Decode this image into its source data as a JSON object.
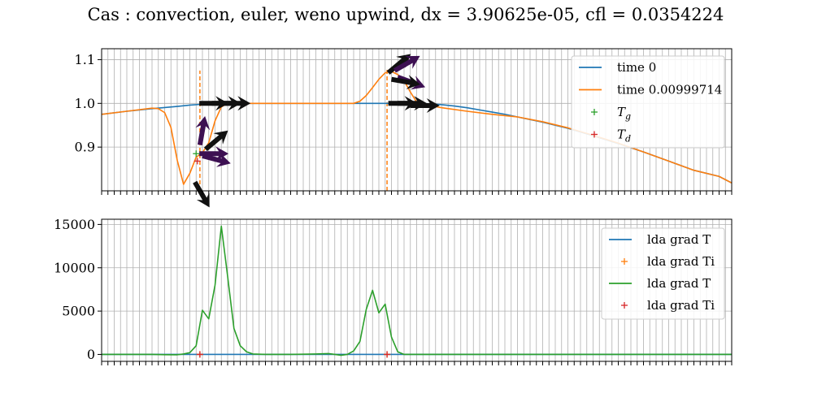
{
  "figure_title": "Cas : convection, euler, weno upwind, dx = 3.90625e-05, cfl = 0.0354224",
  "colors": {
    "blue": "#1f77b4",
    "orange": "#ff7f0e",
    "green": "#2ca02c",
    "red": "#d62728",
    "arrow_dark": "#111111",
    "arrow_purple": "#3d1052"
  },
  "chart_data": [
    {
      "type": "line",
      "title": "",
      "xlabel": "",
      "ylabel": "",
      "xlim": [
        0,
        100
      ],
      "ylim": [
        0.8,
        1.125
      ],
      "yticks": [
        0.9,
        1.0,
        1.1
      ],
      "ytick_labels": [
        "0.9",
        "1.0",
        "1.1"
      ],
      "grid": true,
      "legend_position": "upper right",
      "series": [
        {
          "name": "time 0",
          "color": "#1f77b4",
          "style": "line",
          "x": [
            0,
            4,
            8,
            12,
            14,
            16,
            18,
            20,
            22,
            24,
            26,
            28,
            30,
            32,
            34,
            36,
            38,
            40,
            42,
            44,
            46,
            48,
            50,
            52,
            54,
            56,
            58,
            60,
            62,
            64,
            66,
            70,
            74,
            78,
            82,
            86,
            90,
            94,
            98,
            100
          ],
          "y": [
            0.975,
            0.982,
            0.988,
            0.993,
            0.996,
            0.998,
            1.0,
            1.0,
            1.0,
            1.0,
            1.0,
            1.0,
            1.0,
            1.0,
            1.0,
            1.0,
            1.0,
            1.0,
            1.0,
            1.0,
            1.0,
            1.0,
            1.0,
            0.999,
            0.997,
            0.994,
            0.99,
            0.985,
            0.98,
            0.975,
            0.969,
            0.957,
            0.943,
            0.926,
            0.908,
            0.889,
            0.868,
            0.847,
            0.833,
            0.818
          ]
        },
        {
          "name": "time 0.00999714",
          "color": "#ff7f0e",
          "style": "line",
          "x": [
            0,
            4,
            8,
            9,
            10,
            11,
            12,
            13,
            14,
            15,
            16,
            17,
            18,
            19,
            20,
            22,
            26,
            30,
            34,
            38,
            40,
            41,
            42,
            43,
            44,
            45,
            46,
            47,
            48,
            49,
            50,
            52,
            54,
            58,
            62,
            66,
            70,
            74,
            78,
            82,
            86,
            90,
            94,
            98,
            100
          ],
          "y": [
            0.975,
            0.982,
            0.989,
            0.988,
            0.979,
            0.945,
            0.87,
            0.815,
            0.84,
            0.877,
            0.887,
            0.91,
            0.96,
            0.992,
            1.0,
            1.0,
            1.0,
            1.0,
            1.0,
            1.0,
            1.0,
            1.005,
            1.018,
            1.036,
            1.055,
            1.07,
            1.073,
            1.066,
            1.052,
            1.026,
            1.003,
            0.995,
            0.99,
            0.982,
            0.975,
            0.969,
            0.958,
            0.944,
            0.927,
            0.909,
            0.889,
            0.868,
            0.847,
            0.833,
            0.818
          ]
        },
        {
          "name": "T_g",
          "legend_base": "T",
          "legend_sub": "g",
          "color": "#2ca02c",
          "style": "plus",
          "x": [
            15.0
          ],
          "y": [
            0.885
          ]
        },
        {
          "name": "T_d",
          "legend_base": "T",
          "legend_sub": "d",
          "color": "#d62728",
          "style": "plus",
          "x": [
            15.2
          ],
          "y": [
            0.868
          ]
        }
      ],
      "vlines": [
        {
          "x": 15.6,
          "y_from": 0.8,
          "y_to": 1.075,
          "color": "#ff7f0e",
          "style": "dashed"
        },
        {
          "x": 45.3,
          "y_from": 0.8,
          "y_to": 1.08,
          "color": "#ff7f0e",
          "style": "dashed"
        }
      ],
      "arrows": [
        {
          "x": 15.5,
          "y": 1.0,
          "angle": 0,
          "color": "#111111"
        },
        {
          "x": 17.5,
          "y": 1.0,
          "angle": 0,
          "color": "#111111"
        },
        {
          "x": 19.0,
          "y": 1.0,
          "angle": 0,
          "color": "#111111"
        },
        {
          "x": 15.5,
          "y": 0.885,
          "angle": 0,
          "color": "#3d1052"
        },
        {
          "x": 16.0,
          "y": 0.88,
          "angle": 15,
          "color": "#3d1052"
        },
        {
          "x": 16.5,
          "y": 0.895,
          "angle": -40,
          "color": "#111111"
        },
        {
          "x": 15.6,
          "y": 0.905,
          "angle": -80,
          "color": "#3d1052"
        },
        {
          "x": 14.8,
          "y": 0.82,
          "angle": 60,
          "color": "#111111"
        },
        {
          "x": 45.5,
          "y": 1.0,
          "angle": 0,
          "color": "#111111"
        },
        {
          "x": 47.0,
          "y": 1.0,
          "angle": 0,
          "color": "#111111"
        },
        {
          "x": 49.0,
          "y": 0.995,
          "angle": 0,
          "color": "#111111"
        },
        {
          "x": 45.5,
          "y": 1.07,
          "angle": -40,
          "color": "#111111"
        },
        {
          "x": 46.5,
          "y": 1.075,
          "angle": -30,
          "color": "#3d1052"
        },
        {
          "x": 47.0,
          "y": 1.06,
          "angle": 20,
          "color": "#3d1052"
        },
        {
          "x": 46.0,
          "y": 1.055,
          "angle": 10,
          "color": "#111111"
        }
      ]
    },
    {
      "type": "line",
      "title": "",
      "xlabel": "",
      "ylabel": "",
      "xlim": [
        0,
        100
      ],
      "ylim": [
        -800,
        15600
      ],
      "yticks": [
        0,
        5000,
        10000,
        15000
      ],
      "ytick_labels": [
        "0",
        "5000",
        "10000",
        "15000"
      ],
      "grid": true,
      "legend_position": "upper right",
      "series": [
        {
          "name": "lda grad T",
          "color": "#1f77b4",
          "style": "line",
          "x": [
            0,
            10,
            20,
            30,
            40,
            45,
            50,
            60,
            70,
            80,
            90,
            100
          ],
          "y": [
            0,
            0,
            0,
            0,
            0,
            0,
            0,
            0,
            0,
            0,
            0,
            0
          ]
        },
        {
          "name": "lda grad Ti",
          "color": "#ff7f0e",
          "style": "plus",
          "x": [
            15.6,
            45.3
          ],
          "y": [
            0,
            0
          ]
        },
        {
          "name": "lda grad T",
          "color": "#2ca02c",
          "style": "line",
          "x": [
            0,
            8,
            10,
            12,
            13,
            14,
            15,
            16,
            17,
            18,
            19,
            20,
            21,
            22,
            23,
            24,
            26,
            30,
            34,
            36,
            37,
            38,
            39,
            40,
            41,
            42,
            43,
            44,
            45,
            46,
            47,
            48,
            49,
            50,
            52,
            60,
            70,
            80,
            90,
            100
          ],
          "y": [
            0,
            0,
            -30,
            -40,
            50,
            200,
            1000,
            5100,
            4100,
            8000,
            14800,
            9000,
            3000,
            1000,
            300,
            50,
            0,
            0,
            50,
            100,
            0,
            -100,
            0,
            400,
            1500,
            5200,
            7400,
            4800,
            5800,
            2000,
            300,
            0,
            0,
            0,
            0,
            0,
            0,
            0,
            0,
            0
          ]
        },
        {
          "name": "lda grad Ti",
          "color": "#d62728",
          "style": "plus",
          "x": [
            15.6,
            45.3
          ],
          "y": [
            0,
            0
          ]
        }
      ]
    }
  ]
}
